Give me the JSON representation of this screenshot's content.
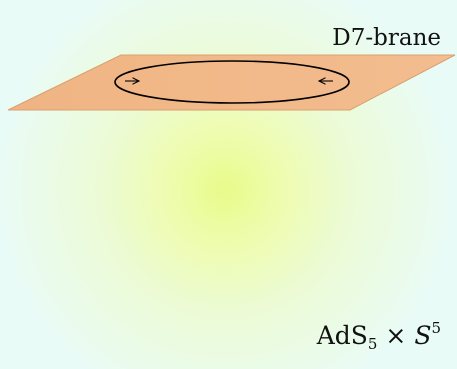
{
  "diagram": {
    "brane_label": "D7-brane",
    "bulk_label": {
      "prefix": "AdS",
      "prefix_subscript": "5",
      "times": " × ",
      "sphere": "S",
      "sphere_superscript": "5"
    },
    "colors": {
      "background_edge": "#e9fbf7",
      "bulk_glow_center": "#eefc9a",
      "brane_fill": "#f2b98a",
      "brane_edge": "#d9a070",
      "loop_stroke": "#000000"
    },
    "arrows": {
      "left_direction": "right",
      "right_direction": "left"
    }
  }
}
